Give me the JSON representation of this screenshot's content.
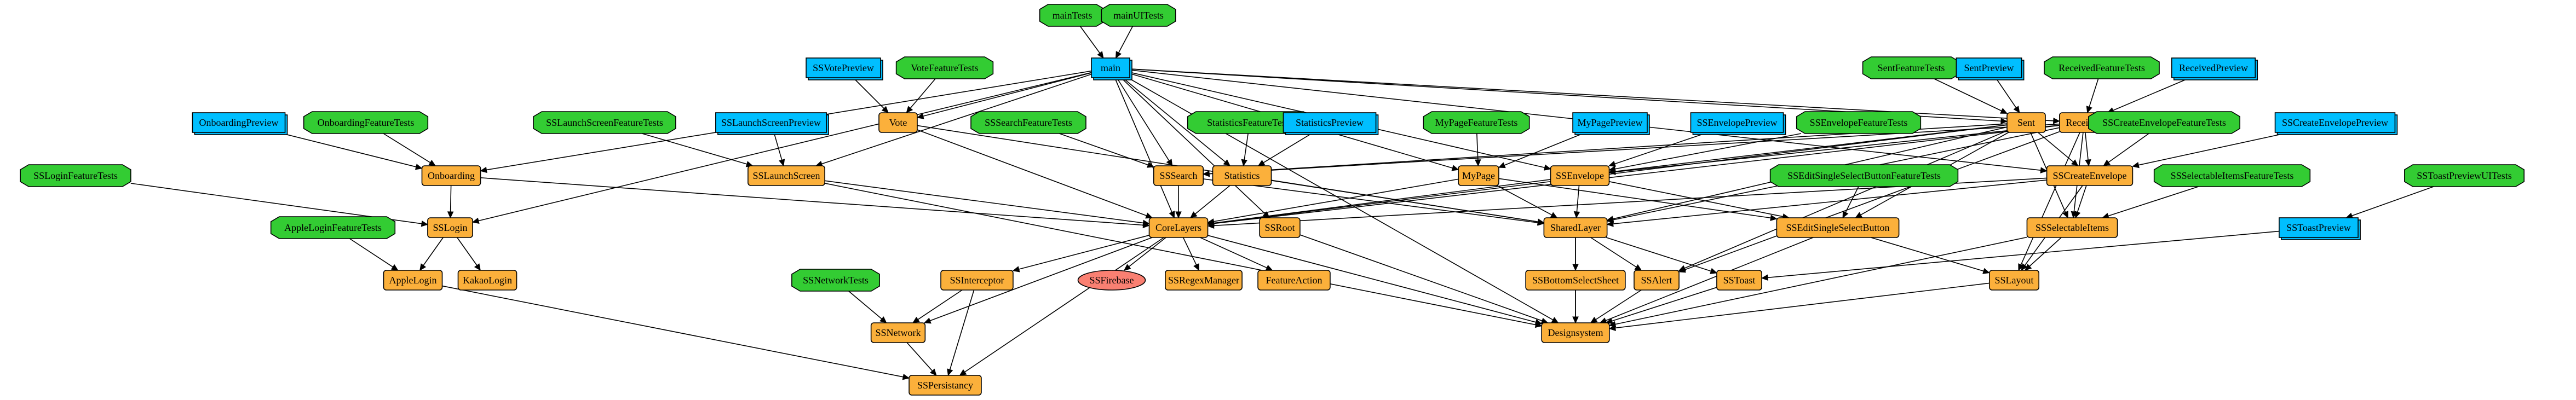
{
  "colors": {
    "framework": "#fbb03b",
    "test": "#33cc33",
    "preview": "#00bfff",
    "firebase": "#fa8072"
  },
  "nodes": {
    "mainTests": {
      "label": "mainTests",
      "kind": "test"
    },
    "mainUITests": {
      "label": "mainUITests",
      "kind": "test"
    },
    "main": {
      "label": "main",
      "kind": "preview"
    },
    "SSVotePreview": {
      "label": "SSVotePreview",
      "kind": "preview"
    },
    "VoteFeatureTests": {
      "label": "VoteFeatureTests",
      "kind": "test"
    },
    "Vote": {
      "label": "Vote",
      "kind": "framework"
    },
    "OnboardingPreview": {
      "label": "OnboardingPreview",
      "kind": "preview"
    },
    "OnboardingFeatureTests": {
      "label": "OnboardingFeatureTests",
      "kind": "test"
    },
    "Onboarding": {
      "label": "Onboarding",
      "kind": "framework"
    },
    "SSLaunchScreenFeatureTests": {
      "label": "SSLaunchScreenFeatureTests",
      "kind": "test"
    },
    "SSLaunchScreenPreview": {
      "label": "SSLaunchScreenPreview",
      "kind": "preview"
    },
    "SSLaunchScreen": {
      "label": "SSLaunchScreen",
      "kind": "framework"
    },
    "SSLoginFeatureTests": {
      "label": "SSLoginFeatureTests",
      "kind": "test"
    },
    "SSLogin": {
      "label": "SSLogin",
      "kind": "framework"
    },
    "AppleLoginFeatureTests": {
      "label": "AppleLoginFeatureTests",
      "kind": "test"
    },
    "AppleLogin": {
      "label": "AppleLogin",
      "kind": "framework"
    },
    "KakaoLogin": {
      "label": "KakaoLogin",
      "kind": "framework"
    },
    "SSSearchFeatureTests": {
      "label": "SSSearchFeatureTests",
      "kind": "test"
    },
    "SSSearch": {
      "label": "SSSearch",
      "kind": "framework"
    },
    "StatisticsFeatureTests": {
      "label": "StatisticsFeatureTests",
      "kind": "test"
    },
    "StatisticsPreview": {
      "label": "StatisticsPreview",
      "kind": "preview"
    },
    "Statistics": {
      "label": "Statistics",
      "kind": "framework"
    },
    "MyPageFeatureTests": {
      "label": "MyPageFeatureTests",
      "kind": "test"
    },
    "MyPagePreview": {
      "label": "MyPagePreview",
      "kind": "preview"
    },
    "MyPage": {
      "label": "MyPage",
      "kind": "framework"
    },
    "SSEnvelopePreview": {
      "label": "SSEnvelopePreview",
      "kind": "preview"
    },
    "SSEnvelopeFeatureTests": {
      "label": "SSEnvelopeFeatureTests",
      "kind": "test"
    },
    "SSEnvelope": {
      "label": "SSEnvelope",
      "kind": "framework"
    },
    "SentFeatureTests": {
      "label": "SentFeatureTests",
      "kind": "test"
    },
    "SentPreview": {
      "label": "SentPreview",
      "kind": "preview"
    },
    "Sent": {
      "label": "Sent",
      "kind": "framework"
    },
    "ReceivedFeatureTests": {
      "label": "ReceivedFeatureTests",
      "kind": "test"
    },
    "ReceivedPreview": {
      "label": "ReceivedPreview",
      "kind": "preview"
    },
    "Received": {
      "label": "Received",
      "kind": "framework"
    },
    "SSCreateEnvelopeFeatureTests": {
      "label": "SSCreateEnvelopeFeatureTests",
      "kind": "test"
    },
    "SSCreateEnvelopePreview": {
      "label": "SSCreateEnvelopePreview",
      "kind": "preview"
    },
    "SSCreateEnvelope": {
      "label": "SSCreateEnvelope",
      "kind": "framework"
    },
    "SSEditSingleSelectButtonFeatureTests": {
      "label": "SSEditSingleSelectButtonFeatureTests",
      "kind": "test"
    },
    "SSEditSingleSelectButton": {
      "label": "SSEditSingleSelectButton",
      "kind": "framework"
    },
    "SSSelectableItemsFeatureTests": {
      "label": "SSSelectableItemsFeatureTests",
      "kind": "test"
    },
    "SSSelectableItems": {
      "label": "SSSelectableItems",
      "kind": "framework"
    },
    "SSToastPreviewUITests": {
      "label": "SSToastPreviewUITests",
      "kind": "test"
    },
    "SSToastPreview": {
      "label": "SSToastPreview",
      "kind": "preview"
    },
    "CoreLayers": {
      "label": "CoreLayers",
      "kind": "framework"
    },
    "SSRoot": {
      "label": "SSRoot",
      "kind": "framework"
    },
    "SharedLayer": {
      "label": "SharedLayer",
      "kind": "framework"
    },
    "SSFirebase": {
      "label": "SSFirebase",
      "kind": "firebase"
    },
    "SSRegexManager": {
      "label": "SSRegexManager",
      "kind": "framework"
    },
    "FeatureAction": {
      "label": "FeatureAction",
      "kind": "framework"
    },
    "SSInterceptor": {
      "label": "SSInterceptor",
      "kind": "framework"
    },
    "SSNetworkTests": {
      "label": "SSNetworkTests",
      "kind": "test"
    },
    "SSNetwork": {
      "label": "SSNetwork",
      "kind": "framework"
    },
    "SSPersistancy": {
      "label": "SSPersistancy",
      "kind": "framework"
    },
    "SSBottomSelectSheet": {
      "label": "SSBottomSelectSheet",
      "kind": "framework"
    },
    "SSAlert": {
      "label": "SSAlert",
      "kind": "framework"
    },
    "SSToast": {
      "label": "SSToast",
      "kind": "framework"
    },
    "SSLayout": {
      "label": "SSLayout",
      "kind": "framework"
    },
    "Designsystem": {
      "label": "Designsystem",
      "kind": "framework"
    }
  },
  "edges": [
    [
      "mainTests",
      "main"
    ],
    [
      "mainUITests",
      "main"
    ],
    [
      "main",
      "Vote"
    ],
    [
      "main",
      "Onboarding"
    ],
    [
      "main",
      "SSLaunchScreen"
    ],
    [
      "main",
      "SSLogin"
    ],
    [
      "main",
      "SSSearch"
    ],
    [
      "main",
      "Statistics"
    ],
    [
      "main",
      "MyPage"
    ],
    [
      "main",
      "SSEnvelope"
    ],
    [
      "main",
      "Sent"
    ],
    [
      "main",
      "Received"
    ],
    [
      "main",
      "SSCreateEnvelope"
    ],
    [
      "main",
      "CoreLayers"
    ],
    [
      "main",
      "SSRoot"
    ],
    [
      "main",
      "Designsystem"
    ],
    [
      "SSVotePreview",
      "Vote"
    ],
    [
      "VoteFeatureTests",
      "Vote"
    ],
    [
      "Vote",
      "CoreLayers"
    ],
    [
      "Vote",
      "SharedLayer"
    ],
    [
      "OnboardingPreview",
      "Onboarding"
    ],
    [
      "OnboardingFeatureTests",
      "Onboarding"
    ],
    [
      "Onboarding",
      "SSLogin"
    ],
    [
      "Onboarding",
      "CoreLayers"
    ],
    [
      "SSLaunchScreenFeatureTests",
      "SSLaunchScreen"
    ],
    [
      "SSLaunchScreenPreview",
      "SSLaunchScreen"
    ],
    [
      "SSLaunchScreen",
      "CoreLayers"
    ],
    [
      "SSLaunchScreen",
      "Designsystem"
    ],
    [
      "SSLoginFeatureTests",
      "SSLogin"
    ],
    [
      "SSLogin",
      "AppleLogin"
    ],
    [
      "SSLogin",
      "KakaoLogin"
    ],
    [
      "AppleLoginFeatureTests",
      "AppleLogin"
    ],
    [
      "AppleLogin",
      "SSPersistancy"
    ],
    [
      "SSSearchFeatureTests",
      "SSSearch"
    ],
    [
      "SSSearch",
      "CoreLayers"
    ],
    [
      "SSSearch",
      "SharedLayer"
    ],
    [
      "StatisticsFeatureTests",
      "Statistics"
    ],
    [
      "StatisticsPreview",
      "Statistics"
    ],
    [
      "Statistics",
      "CoreLayers"
    ],
    [
      "Statistics",
      "SharedLayer"
    ],
    [
      "MyPageFeatureTests",
      "MyPage"
    ],
    [
      "MyPagePreview",
      "MyPage"
    ],
    [
      "MyPage",
      "CoreLayers"
    ],
    [
      "MyPage",
      "SharedLayer"
    ],
    [
      "MyPage",
      "SSEditSingleSelectButton"
    ],
    [
      "SSEnvelopePreview",
      "SSEnvelope"
    ],
    [
      "SSEnvelopeFeatureTests",
      "SSEnvelope"
    ],
    [
      "SSEnvelope",
      "CoreLayers"
    ],
    [
      "SSEnvelope",
      "SharedLayer"
    ],
    [
      "SSEnvelope",
      "SSEditSingleSelectButton"
    ],
    [
      "SentFeatureTests",
      "Sent"
    ],
    [
      "SentPreview",
      "Sent"
    ],
    [
      "Sent",
      "SSEnvelope"
    ],
    [
      "Sent",
      "SSCreateEnvelope"
    ],
    [
      "Sent",
      "SSSearch"
    ],
    [
      "Sent",
      "CoreLayers"
    ],
    [
      "Sent",
      "SharedLayer"
    ],
    [
      "Sent",
      "SSAlert"
    ],
    [
      "Sent",
      "SSSelectableItems"
    ],
    [
      "Sent",
      "SSEditSingleSelectButton"
    ],
    [
      "ReceivedFeatureTests",
      "Received"
    ],
    [
      "ReceivedPreview",
      "Received"
    ],
    [
      "Received",
      "SSCreateEnvelope"
    ],
    [
      "Received",
      "SSSearch"
    ],
    [
      "Received",
      "SSEnvelope"
    ],
    [
      "Received",
      "CoreLayers"
    ],
    [
      "Received",
      "SharedLayer"
    ],
    [
      "Received",
      "SSAlert"
    ],
    [
      "Received",
      "SSLayout"
    ],
    [
      "Received",
      "SSSelectableItems"
    ],
    [
      "SSCreateEnvelopeFeatureTests",
      "SSCreateEnvelope"
    ],
    [
      "SSCreateEnvelopePreview",
      "SSCreateEnvelope"
    ],
    [
      "SSCreateEnvelope",
      "CoreLayers"
    ],
    [
      "SSCreateEnvelope",
      "SharedLayer"
    ],
    [
      "SSCreateEnvelope",
      "SSSelectableItems"
    ],
    [
      "SSCreateEnvelope",
      "SSLayout"
    ],
    [
      "SSEditSingleSelectButtonFeatureTests",
      "SSEditSingleSelectButton"
    ],
    [
      "SSEditSingleSelectButton",
      "Designsystem"
    ],
    [
      "SSEditSingleSelectButton",
      "SSLayout"
    ],
    [
      "SSSelectableItemsFeatureTests",
      "SSSelectableItems"
    ],
    [
      "SSSelectableItems",
      "SSLayout"
    ],
    [
      "SSSelectableItems",
      "Designsystem"
    ],
    [
      "SSToastPreviewUITests",
      "SSToastPreview"
    ],
    [
      "SSToastPreview",
      "SSToast"
    ],
    [
      "CoreLayers",
      "SSFirebase"
    ],
    [
      "CoreLayers",
      "SSRegexManager"
    ],
    [
      "CoreLayers",
      "FeatureAction"
    ],
    [
      "CoreLayers",
      "SSInterceptor"
    ],
    [
      "CoreLayers",
      "SSNetwork"
    ],
    [
      "CoreLayers",
      "SSPersistancy"
    ],
    [
      "CoreLayers",
      "Designsystem"
    ],
    [
      "SSRoot",
      "Designsystem"
    ],
    [
      "SharedLayer",
      "SSBottomSelectSheet"
    ],
    [
      "SharedLayer",
      "SSAlert"
    ],
    [
      "SharedLayer",
      "SSToast"
    ],
    [
      "SharedLayer",
      "Designsystem"
    ],
    [
      "SSBottomSelectSheet",
      "Designsystem"
    ],
    [
      "SSAlert",
      "Designsystem"
    ],
    [
      "SSToast",
      "Designsystem"
    ],
    [
      "SSLayout",
      "Designsystem"
    ],
    [
      "SSInterceptor",
      "SSNetwork"
    ],
    [
      "SSInterceptor",
      "SSPersistancy"
    ],
    [
      "SSNetworkTests",
      "SSNetwork"
    ],
    [
      "SSNetwork",
      "SSPersistancy"
    ]
  ]
}
